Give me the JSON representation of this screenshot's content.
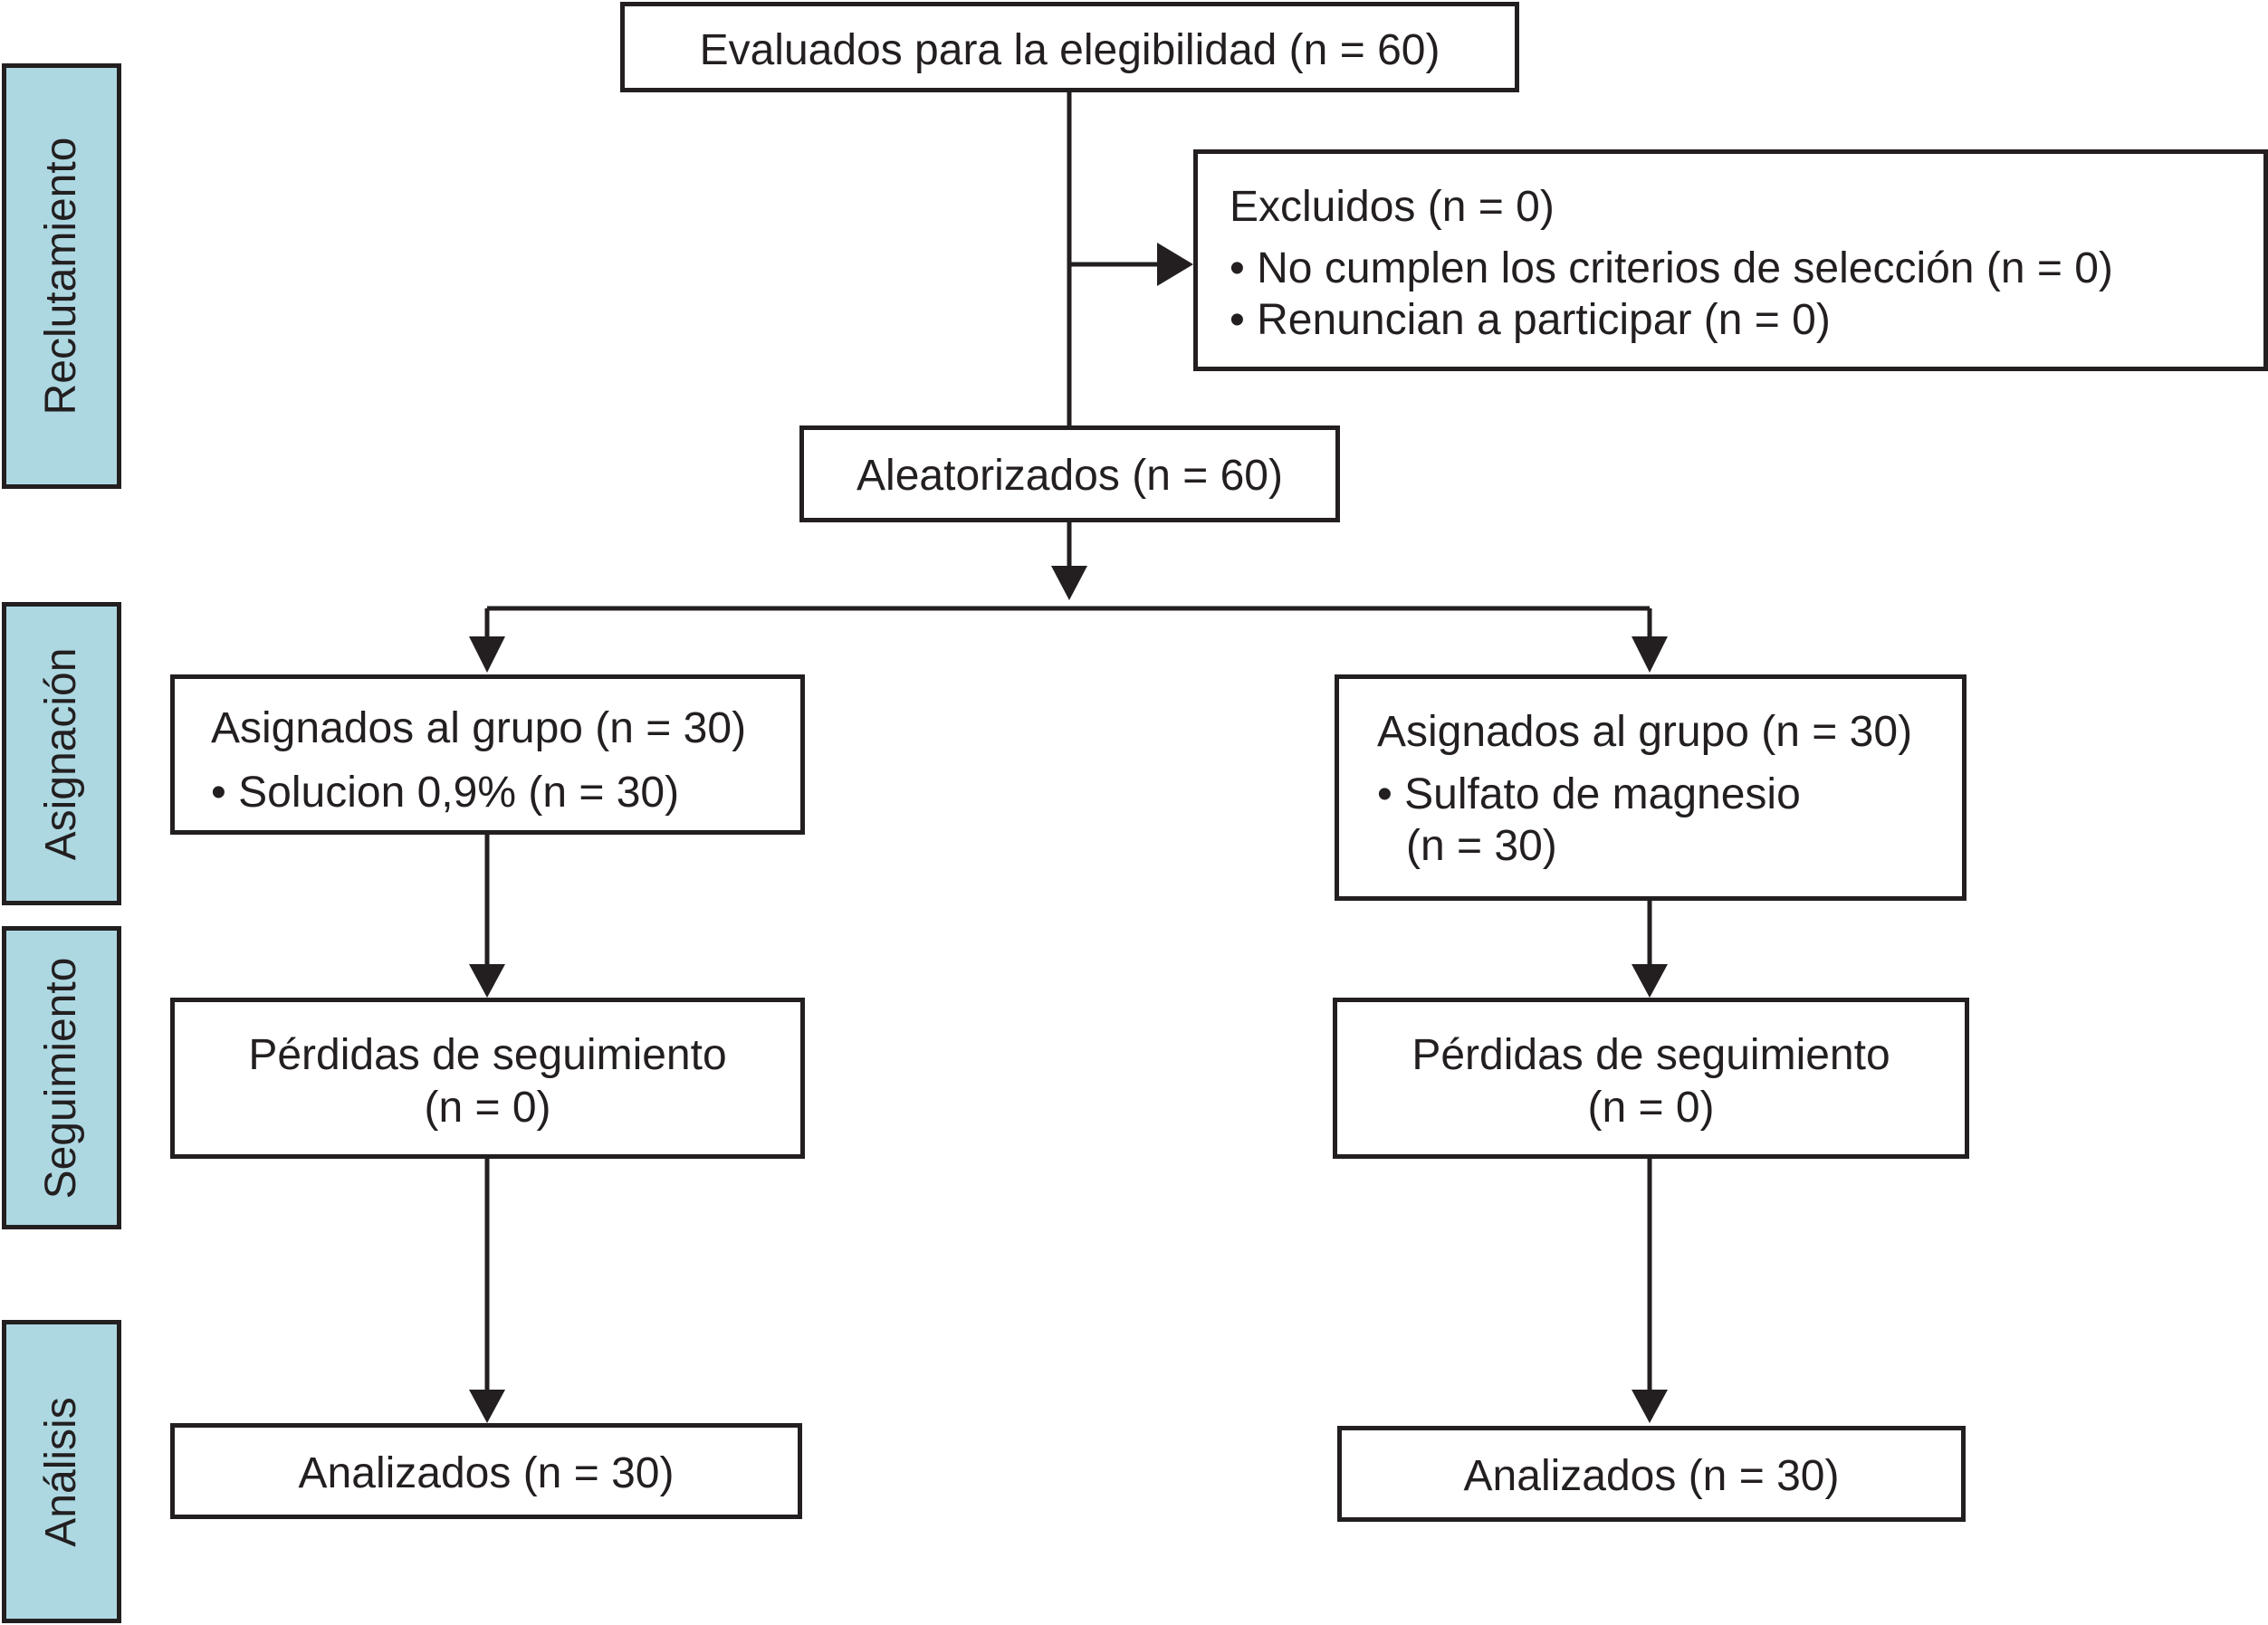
{
  "stages": {
    "recruitment": "Reclutamiento",
    "allocation": "Asignación",
    "follow_up": "Seguimiento",
    "analysis": "Análisis"
  },
  "eligibility": {
    "text": "Evaluados para la elegibilidad (n = 60)"
  },
  "excluded": {
    "title": "Excluidos (n = 0)",
    "items": [
      "• No cumplen los criterios de selección (n = 0)",
      "• Renuncian a participar (n = 0)"
    ]
  },
  "randomized": {
    "text": "Aleatorizados (n = 60)"
  },
  "left_group": {
    "allocated_title": "Asignados al grupo (n = 30)",
    "allocated_item": "• Solucion 0,9% (n = 30)",
    "lost_line1": "Pérdidas de seguimiento",
    "lost_line2": "(n = 0)",
    "analyzed": "Analizados (n = 30)"
  },
  "right_group": {
    "allocated_title": "Asignados al grupo (n = 30)",
    "allocated_item_line1": "• Sulfato de magnesio",
    "allocated_item_line2": "(n = 30)",
    "lost_line1": "Pérdidas de seguimiento",
    "lost_line2": "(n = 0)",
    "analyzed": "Analizados (n = 30)"
  },
  "colors": {
    "stage_fill": "#add8e2",
    "line": "#231f20"
  }
}
